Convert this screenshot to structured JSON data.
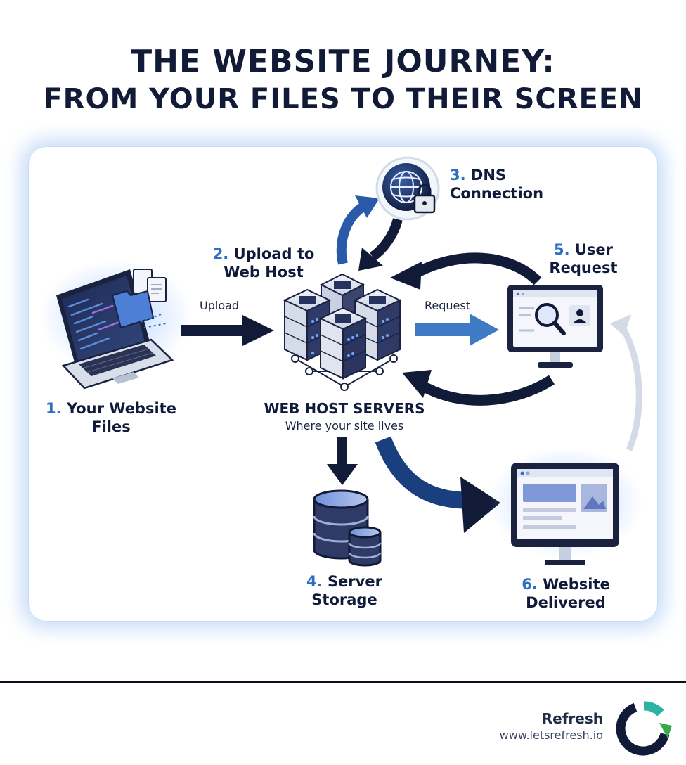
{
  "title": {
    "line1": "THE WEBSITE JOURNEY:",
    "line2": "FROM YOUR FILES TO THEIR SCREEN"
  },
  "steps": {
    "s1": {
      "num": "1.",
      "label_a": "Your Website",
      "label_b": "Files"
    },
    "s2": {
      "num": "2.",
      "label_a": "Upload to",
      "label_b": "Web Host"
    },
    "s3": {
      "num": "3.",
      "label_a": "DNS",
      "label_b": "Connection"
    },
    "s4": {
      "num": "4.",
      "label_a": "Server",
      "label_b": "Storage"
    },
    "s5": {
      "num": "5.",
      "label_a": "User",
      "label_b": "Request"
    },
    "s6": {
      "num": "6.",
      "label_a": "Website",
      "label_b": "Delivered"
    }
  },
  "arrows": {
    "upload": "Upload",
    "request": "Request"
  },
  "hub": {
    "title": "WEB HOST SERVERS",
    "subtitle": "Where your site lives"
  },
  "brand": {
    "name": "Refresh",
    "url": "www.letsrefresh.io"
  },
  "colors": {
    "navy": "#111a36",
    "accent_blue": "#2a6fc0",
    "glow": "#7aaaeb",
    "logo_teal": "#2bb3a3",
    "logo_green": "#3aa84a"
  }
}
